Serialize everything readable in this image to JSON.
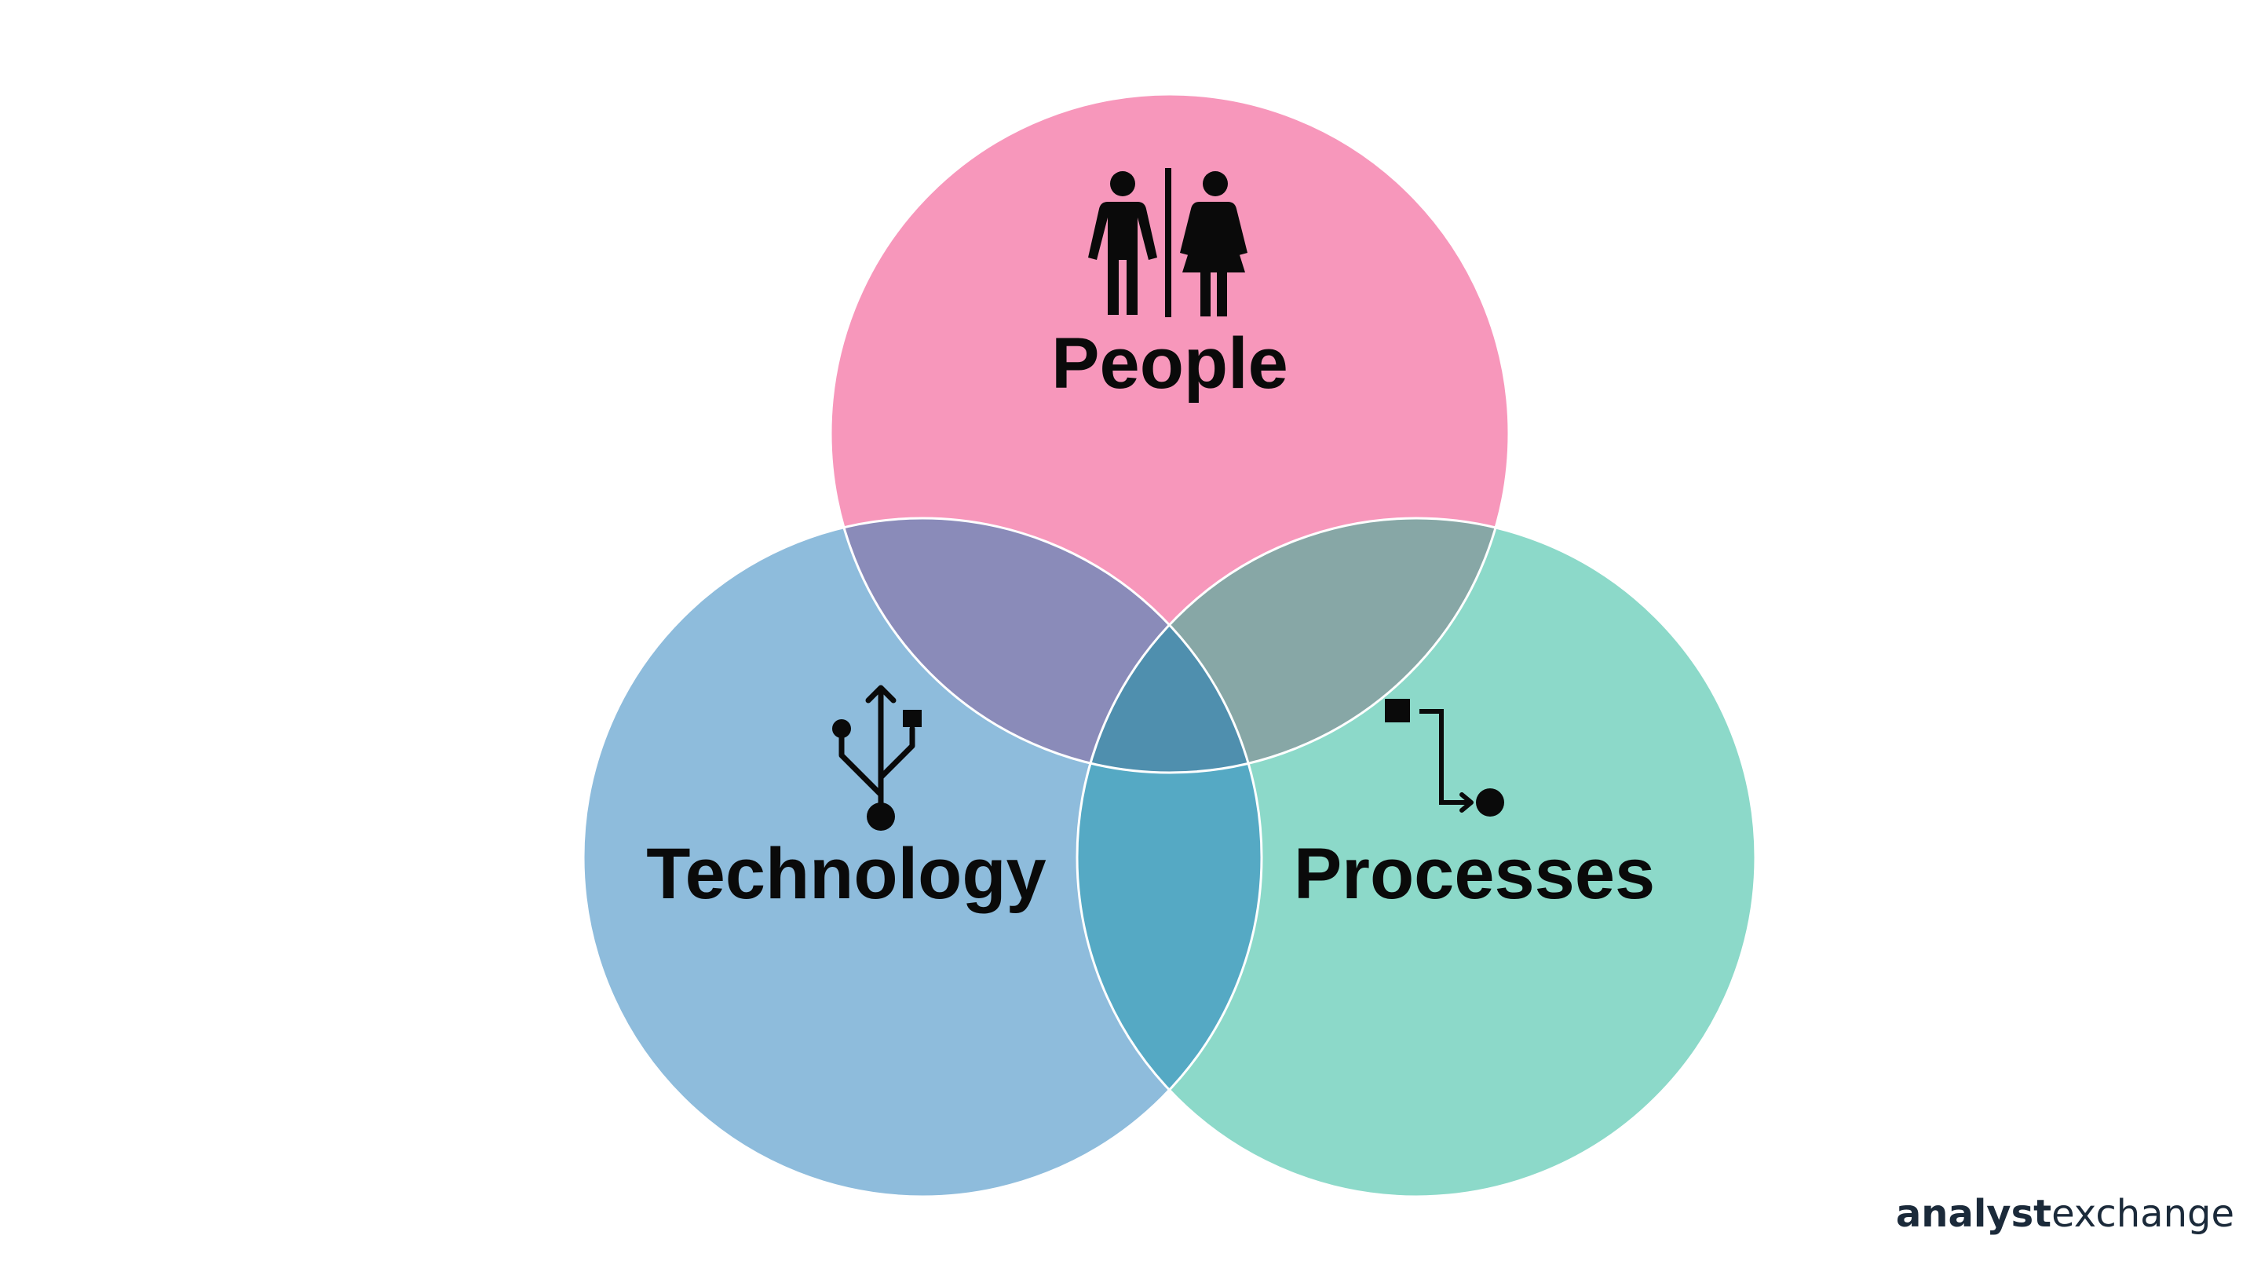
{
  "diagram": {
    "type": "venn",
    "circles": [
      {
        "key": "people",
        "label": "People",
        "color": "#f797bb",
        "icon": "people-restroom-icon"
      },
      {
        "key": "technology",
        "label": "Technology",
        "color": "#8ebcdc",
        "icon": "usb-icon"
      },
      {
        "key": "processes",
        "label": "Processes",
        "color": "#8cd9c9",
        "icon": "process-flow-icon"
      }
    ],
    "overlap_colors": {
      "people_technology": "#8a8bb9",
      "people_processes": "#87a7a6",
      "technology_processes": "#55a9c4",
      "center": "#4f8fae"
    },
    "outline_color": "#ffffff"
  },
  "brand": {
    "bold": "analyst",
    "light": "exchange",
    "color": "#1b2a3a"
  }
}
